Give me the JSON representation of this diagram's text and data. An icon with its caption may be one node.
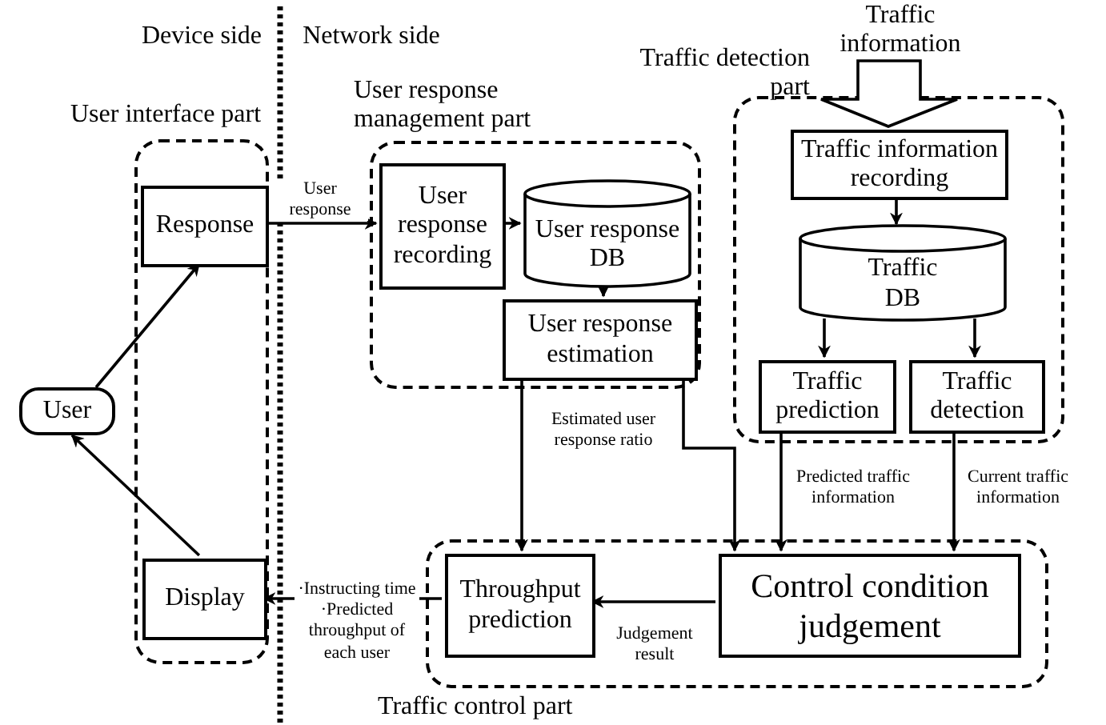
{
  "diagram": {
    "nodes": [
      {
        "text": [
          "User interface part"
        ]
      },
      {
        "text": [
          "Response"
        ],
        "in": 0
      },
      {
        "text": [
          "Display"
        ],
        "in": 0
      },
      {
        "text": [
          "User"
        ]
      },
      {
        "text": [
          "User response management part"
        ]
      },
      {
        "text": [
          "User response recording"
        ],
        "in": 4
      },
      {
        "text": [
          "User response DB"
        ],
        "in": 4
      },
      {
        "text": [
          "User response estimation"
        ],
        "in": 4
      },
      {
        "text": [
          "Traffic detection part"
        ]
      },
      {
        "text": [
          "Traffic information"
        ]
      },
      {
        "text": [
          "Traffic information recording"
        ],
        "in": 8
      },
      {
        "text": [
          "Traffic DB"
        ],
        "in": 8
      },
      {
        "text": [
          "Traffic prediction"
        ],
        "in": 8
      },
      {
        "text": [
          "Traffic detection"
        ],
        "in": 8
      },
      {
        "text": [
          "Traffic control part"
        ]
      },
      {
        "text": [
          "Throughput prediction"
        ],
        "in": 14
      },
      {
        "text": [
          "Control condition judgement"
        ],
        "in": 14
      }
    ],
    "edges": [
      {
        "from": 3,
        "to": 1,
        "arrow": "to"
      },
      {
        "from": 2,
        "to": 3,
        "arrow": "to"
      },
      {
        "from": 1,
        "to": 5,
        "arrow": "to",
        "label": "User response"
      },
      {
        "from": 5,
        "to": 6,
        "arrow": "to"
      },
      {
        "from": 6,
        "to": 7,
        "arrow": "to"
      },
      {
        "from": 9,
        "to": 10,
        "arrow": "to",
        "style": "thick"
      },
      {
        "from": 10,
        "to": 11,
        "arrow": "to"
      },
      {
        "from": 11,
        "to": 12,
        "arrow": "to"
      },
      {
        "from": 11,
        "to": 13,
        "arrow": "to"
      },
      {
        "from": 7,
        "to": 15,
        "arrow": "to",
        "label": "Estimated user response ratio"
      },
      {
        "from": 7,
        "to": 16,
        "arrow": "to"
      },
      {
        "from": 12,
        "to": 16,
        "arrow": "to",
        "label": "Predicted traffic information"
      },
      {
        "from": 13,
        "to": 16,
        "arrow": "to",
        "label": "Current traffic information"
      },
      {
        "from": 16,
        "to": 15,
        "arrow": "to",
        "label": "Judgement result"
      },
      {
        "from": 15,
        "to": 2,
        "arrow": "to",
        "label": "·Instructing time ·Predicted throughput of each user"
      }
    ],
    "labels": [
      "Device side",
      "Network side"
    ]
  }
}
